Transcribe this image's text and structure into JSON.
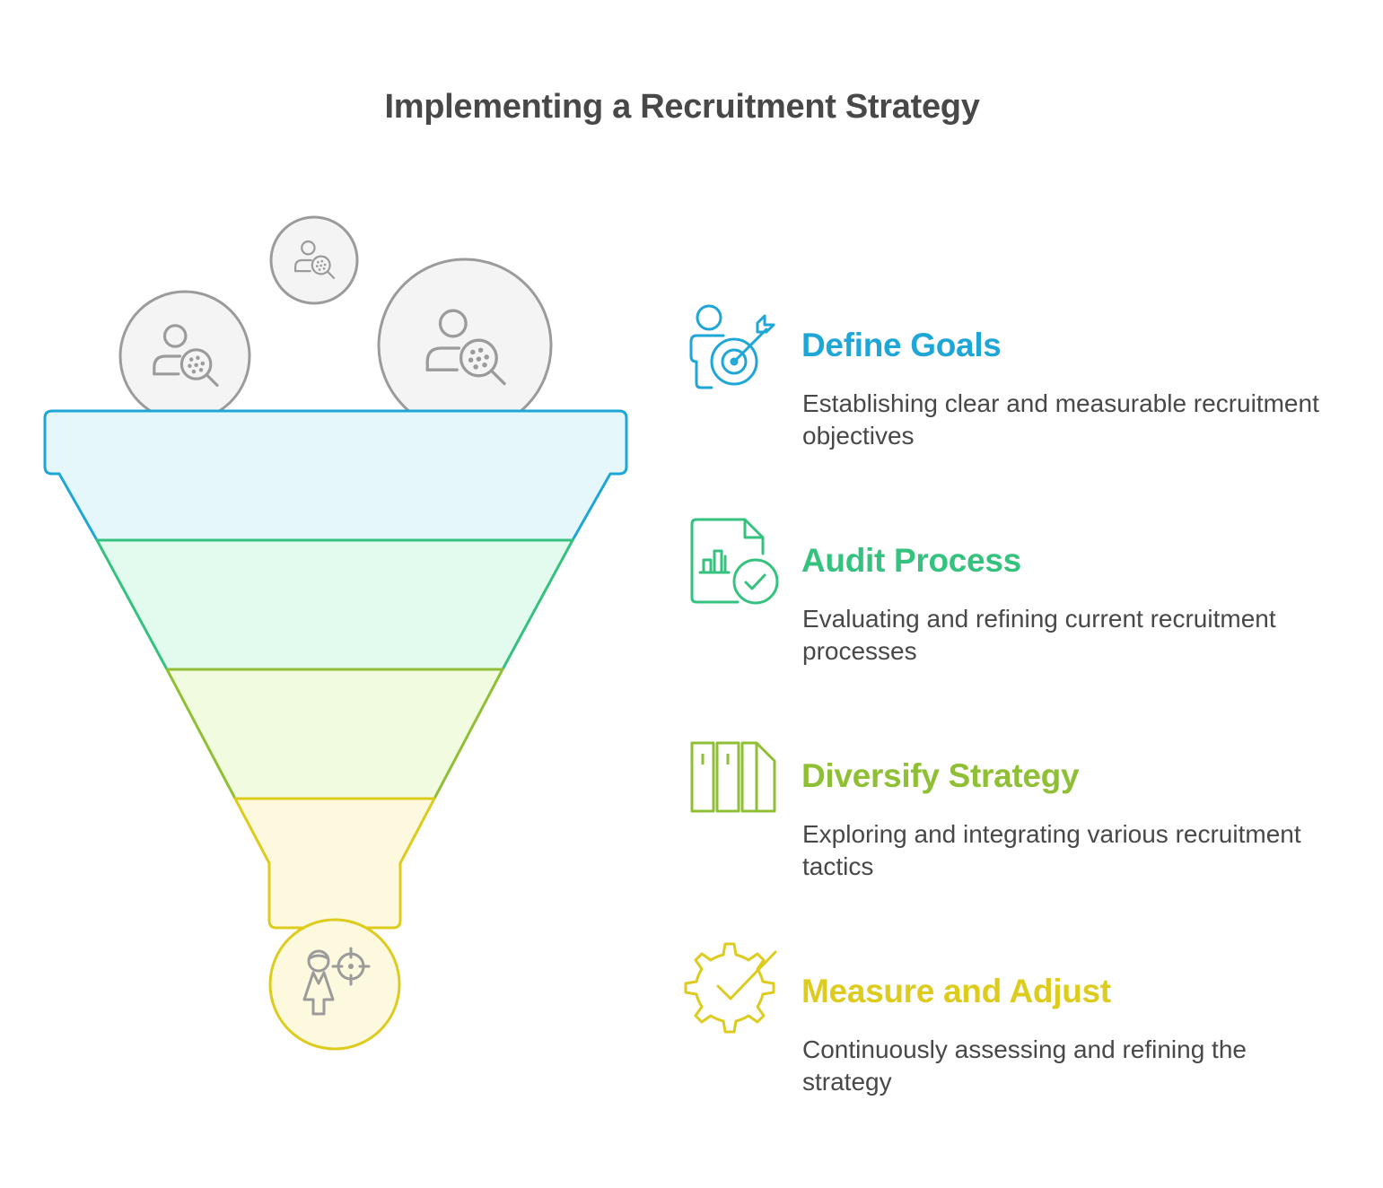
{
  "title": "Implementing a Recruitment Strategy",
  "colors": {
    "blue": "#1ea7d6",
    "green": "#35c27f",
    "lime": "#8fbf35",
    "yellow": "#ddcb1e",
    "gray": "#9b9b9b"
  },
  "steps": [
    {
      "title": "Define Goals",
      "description": "Establishing clear and measurable recruitment objectives",
      "icon": "person-target-icon",
      "color": "#1ea7d6"
    },
    {
      "title": "Audit Process",
      "description": "Evaluating and refining current recruitment processes",
      "icon": "document-chart-check-icon",
      "color": "#35c27f"
    },
    {
      "title": "Diversify Strategy",
      "description": "Exploring and integrating various recruitment tactics",
      "icon": "books-icon",
      "color": "#8fbf35"
    },
    {
      "title": "Measure and Adjust",
      "description": "Continuously assessing and refining the strategy",
      "icon": "gear-check-icon",
      "color": "#ddcb1e"
    }
  ]
}
